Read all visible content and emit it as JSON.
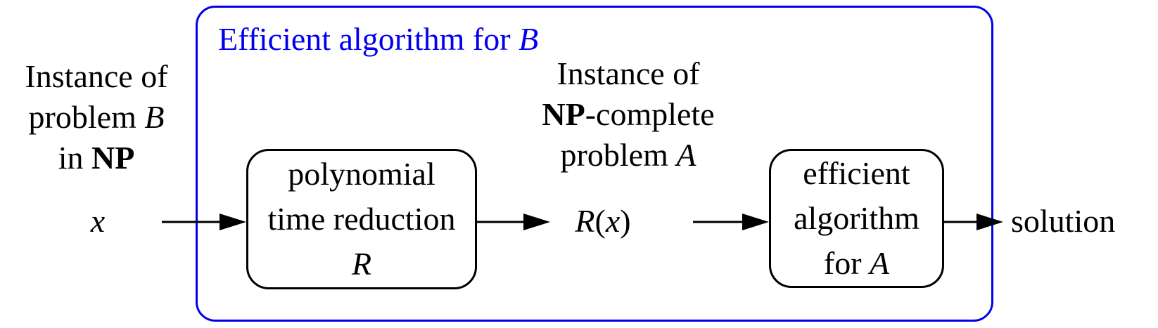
{
  "diagram": {
    "colors": {
      "frame_blue": "#0000ee",
      "ink": "#000000"
    },
    "frame_title": {
      "text": "Efficient algorithm for",
      "var": "B"
    },
    "left_label": {
      "line1": "Instance of",
      "line2_word": "problem",
      "line2_var": "B",
      "line3_word": "in",
      "line3_bold": "NP"
    },
    "input_var": "x",
    "reduction_box": {
      "line1": "polynomial",
      "line2": "time reduction",
      "var": "R"
    },
    "middle_label": {
      "line1": "Instance of",
      "line2_bold": "NP",
      "line2_suffix": "-complete",
      "line3_word": "problem",
      "line3_var": "A"
    },
    "intermediate_label": {
      "func": "R",
      "open_paren": "(",
      "arg": "x",
      "close_paren": ")"
    },
    "algorithm_box": {
      "line1": "efficient",
      "line2": "algorithm",
      "line3_word": "for",
      "line3_var": "A"
    },
    "output_label": "solution"
  }
}
